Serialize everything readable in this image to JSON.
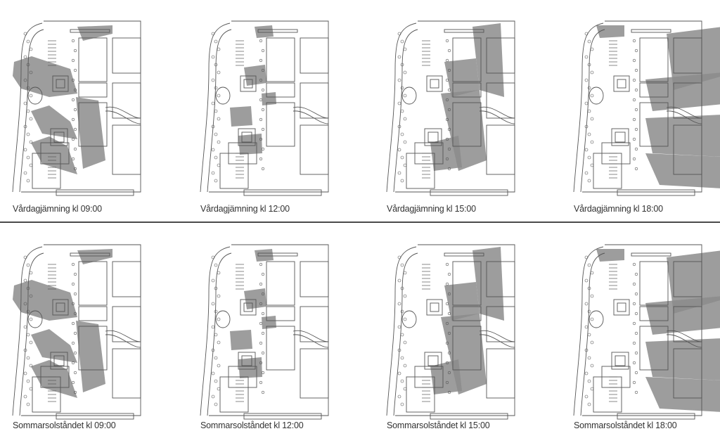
{
  "rows": [
    {
      "season": "equinox",
      "panels": [
        {
          "caption": "Vårdagjämning kl 09:00",
          "time": "09:00"
        },
        {
          "caption": "Vårdagjämning kl 12:00",
          "time": "12:00"
        },
        {
          "caption": "Vårdagjämning kl 15:00",
          "time": "15:00"
        },
        {
          "caption": "Vårdagjämning kl 18:00",
          "time": "18:00"
        }
      ]
    },
    {
      "season": "summer-solstice",
      "panels": [
        {
          "caption": "Sommarsolståndet kl 09:00",
          "time": "09:00"
        },
        {
          "caption": "Sommarsolståndet kl 12:00",
          "time": "12:00"
        },
        {
          "caption": "Sommarsolståndet kl 15:00",
          "time": "15:00"
        },
        {
          "caption": "Sommarsolståndet kl 18:00",
          "time": "18:00"
        }
      ]
    }
  ],
  "colors": {
    "shadow": "#8c8c8c",
    "line": "#555555",
    "divider": "#4a4a4a"
  }
}
